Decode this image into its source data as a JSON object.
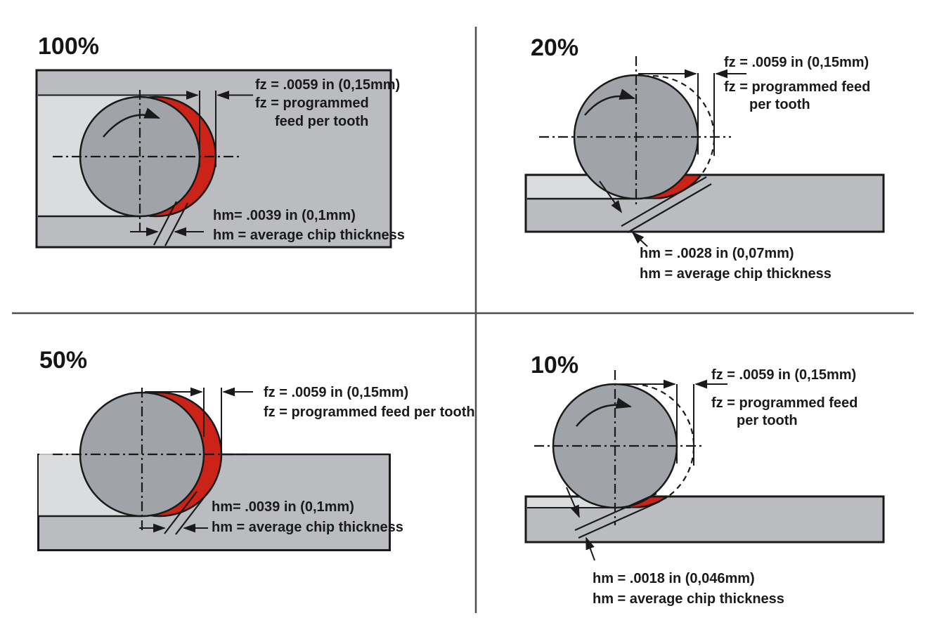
{
  "colors": {
    "chip": "#cc2318",
    "cutter": "#a0a3a7",
    "stock": "#babcc0",
    "machined": "#dbdcde",
    "line": "#1a1a1a",
    "divider": "#4f4f4f"
  },
  "panels": {
    "p100": {
      "percent_label": "100%",
      "fz_value": "fz = .0059 in (0,15mm)",
      "fz_desc_line1": "fz = programmed",
      "fz_desc_line2": "feed per tooth",
      "hm_value": "hm= .0039 in (0,1mm)",
      "hm_desc": "hm = average chip thickness"
    },
    "p20": {
      "percent_label": "20%",
      "fz_value": "fz = .0059 in (0,15mm)",
      "fz_desc_line1": "fz = programmed feed",
      "fz_desc_line2": "per tooth",
      "hm_value": "hm = .0028 in (0,07mm)",
      "hm_desc": "hm = average chip thickness"
    },
    "p50": {
      "percent_label": "50%",
      "fz_value": "fz = .0059 in (0,15mm)",
      "fz_desc_line1": "fz = programmed feed per tooth",
      "hm_value": "hm= .0039 in (0,1mm)",
      "hm_desc": "hm = average chip thickness"
    },
    "p10": {
      "percent_label": "10%",
      "fz_value": "fz = .0059 in (0,15mm)",
      "fz_desc_line1": "fz = programmed feed",
      "fz_desc_line2": "per tooth",
      "hm_value": "hm = .0018 in (0,046mm)",
      "hm_desc": "hm = average chip thickness"
    }
  }
}
